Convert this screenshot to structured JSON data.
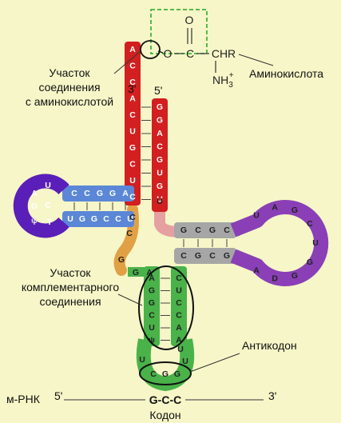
{
  "labels": {
    "acceptor_site": [
      "Участок",
      "соединения",
      "с аминокислотой"
    ],
    "amino_acid": "Аминокислота",
    "complementary_site": [
      "Участок",
      "комплементарного",
      "соединения"
    ],
    "anticodon": "Антикодон",
    "mrna": "м-РНК",
    "codon": "Кодон",
    "codon_seq": "G-C-C",
    "prime3_top": "3'",
    "prime5_top": "5'",
    "mrna_5": "5'",
    "mrna_3": "3'"
  },
  "chem": {
    "oxygen_top": "O",
    "dbl": "||",
    "chain_o": "O",
    "chain_c": "C",
    "chr": "CHR",
    "nh3": "NH",
    "sub3": "3",
    "plus": "+"
  },
  "stems": {
    "acceptor_left": [
      "A",
      "C",
      "C",
      "A",
      "C",
      "U",
      "G",
      "C",
      "U",
      "C"
    ],
    "acceptor_right": [
      "G",
      "G",
      "A",
      "C",
      "G",
      "U",
      "G",
      "U"
    ],
    "d_top": [
      "C",
      "C",
      "G",
      "G",
      "A"
    ],
    "d_bottom": [
      "U",
      "G",
      "G",
      "C",
      "C",
      "U"
    ],
    "d_loop": [
      "A",
      "U",
      "G",
      "C",
      "ψ",
      "T"
    ],
    "t_top": [
      "G",
      "C",
      "G",
      "C"
    ],
    "t_bottom": [
      "C",
      "G",
      "C",
      "G"
    ],
    "t_loop": [
      "U",
      "A",
      "G",
      "C",
      "U",
      "G",
      "G",
      "D",
      "A"
    ],
    "connector_left": [
      "C",
      "C",
      "G"
    ],
    "anti_left_col": [
      "A",
      "G",
      "G",
      "C",
      "U",
      "ψ"
    ],
    "anti_right_col": [
      "C",
      "U",
      "C",
      "C",
      "A",
      "A"
    ],
    "anti_loop": [
      "U",
      "U",
      "U"
    ],
    "anticodon": [
      "C",
      "G",
      "G"
    ],
    "u_pink": "U",
    "ga": [
      "G",
      "A"
    ]
  },
  "colors": {
    "acceptor": "#d21f1f",
    "d_arm": "#5b87d6",
    "d_loop": "#5a1fb8",
    "t_arm": "#a6a6a6",
    "t_loop": "#8a3fb6",
    "pink": "#e6a0a0",
    "orange": "#e2a045",
    "anti_arm": "#49b249",
    "box": "#21a621"
  }
}
